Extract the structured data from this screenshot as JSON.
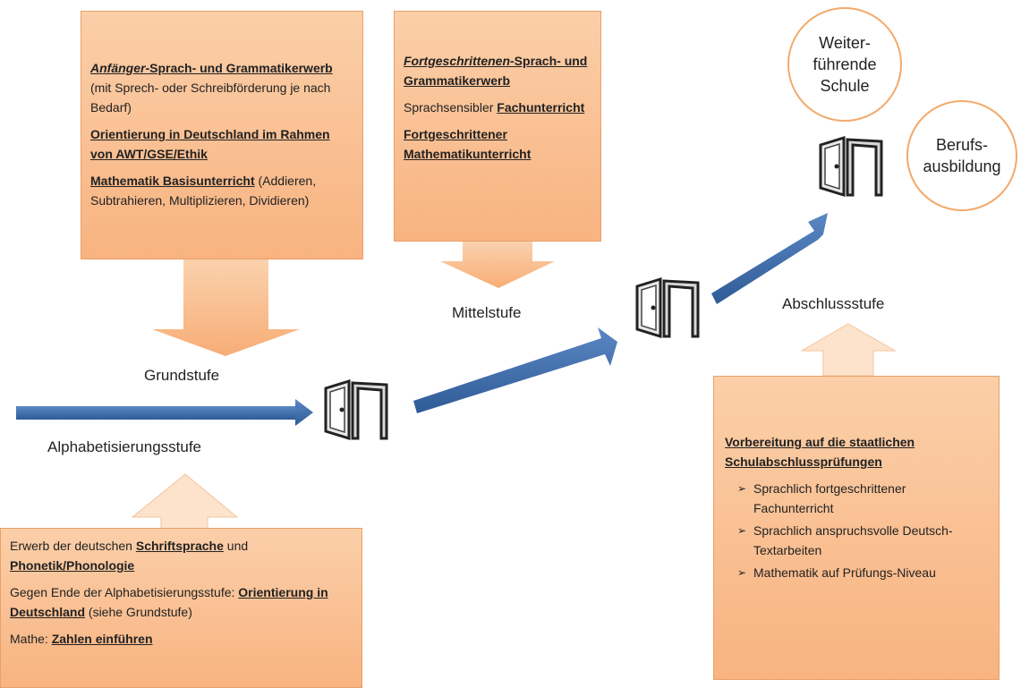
{
  "labels": {
    "grundstufe": "Grundstufe",
    "alphabetisierungsstufe": "Alphabetisierungsstufe",
    "mittelstufe": "Mittelstufe",
    "abschlussstufe": "Abschlussstufe"
  },
  "circles": {
    "weiterfuehrende_schule": "Weiter-\nführende\nSchule",
    "berufsausbildung": "Berufs-\nausbildung"
  },
  "grundstufe_box": {
    "line1_italic": "Anfänger",
    "line1_rest": "-Sprach- und Grammatikerwerb",
    "line1_note": "(mit Sprech- oder Schreibförderung je nach Bedarf)",
    "line2": "Orientierung in Deutschland im Rahmen von AWT/GSE/Ethik",
    "line3_bold": "Mathematik Basisunterricht",
    "line3_rest": " (Addieren, Subtrahieren, Multiplizieren, Dividieren)"
  },
  "mittelstufe_box": {
    "line1_italic": "Fortgeschrittenen",
    "line1_rest": "-Sprach- und Grammatikerwerb",
    "line2_plain": "Sprachsensibler ",
    "line2_bold": "Fachunterricht",
    "line3": "Fortgeschrittener Mathematikunterricht"
  },
  "alpha_box": {
    "line1_plain": "Erwerb der deutschen ",
    "line1_bold": "Schriftsprache",
    "line1_plain2": " und ",
    "line1_bold2": "Phonetik/Phonologie",
    "line2_plain": "Gegen Ende der Alphabetisierungsstufe: ",
    "line2_bold": "Orientierung in Deutschland",
    "line2_rest": " (siehe Grundstufe)",
    "line3_plain": "Mathe: ",
    "line3_bold": "Zahlen einführen"
  },
  "abschluss_box": {
    "heading": "Vorbereitung auf die staatlichen Schulabschlussprüfungen",
    "items": [
      "Sprachlich fortgeschrittener Fachunterricht",
      "Sprachlich anspruchsvolle Deutsch-Textarbeiten",
      "Mathematik auf Prüfungs-Niveau"
    ]
  },
  "colors": {
    "box_fill": "#f8b380",
    "arrow_blue": "#3f6fae",
    "circle_border": "#f2a96a"
  },
  "icons": [
    "door-icon",
    "block-arrow-down",
    "block-arrow-up",
    "blue-arrow"
  ]
}
